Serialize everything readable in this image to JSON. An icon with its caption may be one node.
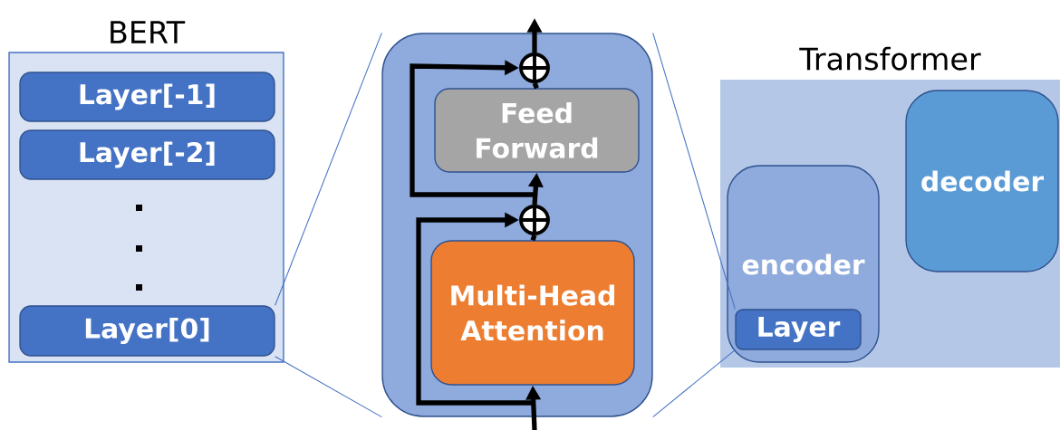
{
  "diagram": {
    "nodes": [
      {
        "text": [
          "BERT"
        ]
      },
      {
        "text": [
          "Layer[-1]"
        ],
        "in": 0
      },
      {
        "text": [
          "Layer[-2]"
        ],
        "in": 0
      },
      {
        "text": [
          "Layer[0]"
        ],
        "in": 0
      },
      {
        "text": [],
        "shape": "box"
      },
      {
        "text": [
          "Feed Forward"
        ],
        "in": 4
      },
      {
        "text": [
          "Multi-Head Attention"
        ],
        "in": 4
      },
      {
        "text": [],
        "shape": "circle",
        "in": 4
      },
      {
        "text": [],
        "shape": "circle",
        "in": 4
      },
      {
        "text": [
          "Transformer"
        ]
      },
      {
        "text": [
          "encoder"
        ],
        "in": 9
      },
      {
        "text": [
          "Layer"
        ],
        "in": 10
      },
      {
        "text": [
          "decoder"
        ],
        "in": 9
      }
    ],
    "edges": [
      {
        "from": null,
        "to": 6,
        "arrow": "to"
      },
      {
        "from": 6,
        "to": 8,
        "arrow": "none"
      },
      {
        "from": null,
        "to": 8,
        "arrow": "to"
      },
      {
        "from": 8,
        "to": 5,
        "arrow": "to"
      },
      {
        "from": 8,
        "to": 7,
        "arrow": "to"
      },
      {
        "from": 5,
        "to": 7,
        "arrow": "none"
      },
      {
        "from": 7,
        "to": null,
        "arrow": "to"
      },
      {
        "from": 3,
        "to": 4,
        "arrow": "none",
        "color": "#4472c4"
      },
      {
        "from": 3,
        "to": 4,
        "arrow": "none",
        "color": "#4472c4"
      },
      {
        "from": 4,
        "to": 11,
        "arrow": "none",
        "color": "#4472c4"
      },
      {
        "from": 4,
        "to": 11,
        "arrow": "none",
        "color": "#4472c4"
      }
    ]
  }
}
